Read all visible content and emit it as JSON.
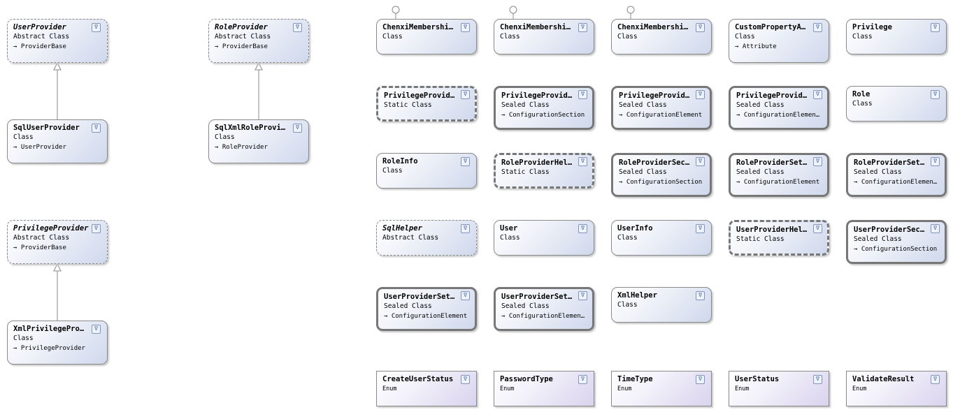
{
  "left_classes": [
    {
      "name": "UserProvider",
      "type": "Abstract Class",
      "base": "ProviderBase",
      "kind": "abstract"
    },
    {
      "name": "SqlUserProvider",
      "type": "Class",
      "base": "UserProvider",
      "kind": "class"
    },
    {
      "name": "RoleProvider",
      "type": "Abstract Class",
      "base": "ProviderBase",
      "kind": "abstract"
    },
    {
      "name": "SqlXmlRoleProvi…",
      "type": "Class",
      "base": "RoleProvider",
      "kind": "class"
    },
    {
      "name": "PrivilegeProvider",
      "type": "Abstract Class",
      "base": "ProviderBase",
      "kind": "abstract"
    },
    {
      "name": "XmlPrivilegePro…",
      "type": "Class",
      "base": "PrivilegeProvider",
      "kind": "class"
    }
  ],
  "grid_classes": [
    {
      "name": "ChenxiMembershi…",
      "type": "Class",
      "kind": "class",
      "interface": true
    },
    {
      "name": "ChenxiMembershi…",
      "type": "Class",
      "kind": "class",
      "interface": true
    },
    {
      "name": "ChenxiMembershi…",
      "type": "Class",
      "kind": "class",
      "interface": true
    },
    {
      "name": "CustomPropertyA…",
      "type": "Class",
      "base": "Attribute",
      "kind": "class"
    },
    {
      "name": "Privilege",
      "type": "Class",
      "kind": "class"
    },
    {
      "name": "PrivilegeProvid…",
      "type": "Static Class",
      "kind": "static"
    },
    {
      "name": "PrivilegeProvid…",
      "type": "Sealed Class",
      "base": "ConfigurationSection",
      "kind": "sealed"
    },
    {
      "name": "PrivilegeProvid…",
      "type": "Sealed Class",
      "base": "ConfigurationElement",
      "kind": "sealed"
    },
    {
      "name": "PrivilegeProvid…",
      "type": "Sealed Class",
      "base": "ConfigurationElemen…",
      "kind": "sealed"
    },
    {
      "name": "Role",
      "type": "Class",
      "kind": "class"
    },
    {
      "name": "RoleInfo",
      "type": "Class",
      "kind": "class"
    },
    {
      "name": "RoleProviderHel…",
      "type": "Static Class",
      "kind": "static"
    },
    {
      "name": "RoleProviderSec…",
      "type": "Sealed Class",
      "base": "ConfigurationSection",
      "kind": "sealed"
    },
    {
      "name": "RoleProviderSet…",
      "type": "Sealed Class",
      "base": "ConfigurationElement",
      "kind": "sealed"
    },
    {
      "name": "RoleProviderSet…",
      "type": "Sealed Class",
      "base": "ConfigurationElemen…",
      "kind": "sealed"
    },
    {
      "name": "SqlHelper",
      "type": "Abstract Class",
      "kind": "abstract"
    },
    {
      "name": "User",
      "type": "Class",
      "kind": "class"
    },
    {
      "name": "UserInfo",
      "type": "Class",
      "kind": "class"
    },
    {
      "name": "UserProviderHel…",
      "type": "Static Class",
      "kind": "static"
    },
    {
      "name": "UserProviderSec…",
      "type": "Sealed Class",
      "base": "ConfigurationSection",
      "kind": "sealed"
    },
    {
      "name": "UserProviderSet…",
      "type": "Sealed Class",
      "base": "ConfigurationElement",
      "kind": "sealed"
    },
    {
      "name": "UserProviderSet…",
      "type": "Sealed Class",
      "base": "ConfigurationElemen…",
      "kind": "sealed"
    },
    {
      "name": "XmlHelper",
      "type": "Class",
      "kind": "class"
    }
  ],
  "enums": [
    {
      "name": "CreateUserStatus",
      "type": "Enum"
    },
    {
      "name": "PasswordType",
      "type": "Enum"
    },
    {
      "name": "TimeType",
      "type": "Enum"
    },
    {
      "name": "UserStatus",
      "type": "Enum"
    },
    {
      "name": "ValidateResult",
      "type": "Enum"
    }
  ],
  "inheritance_arrow": "→"
}
